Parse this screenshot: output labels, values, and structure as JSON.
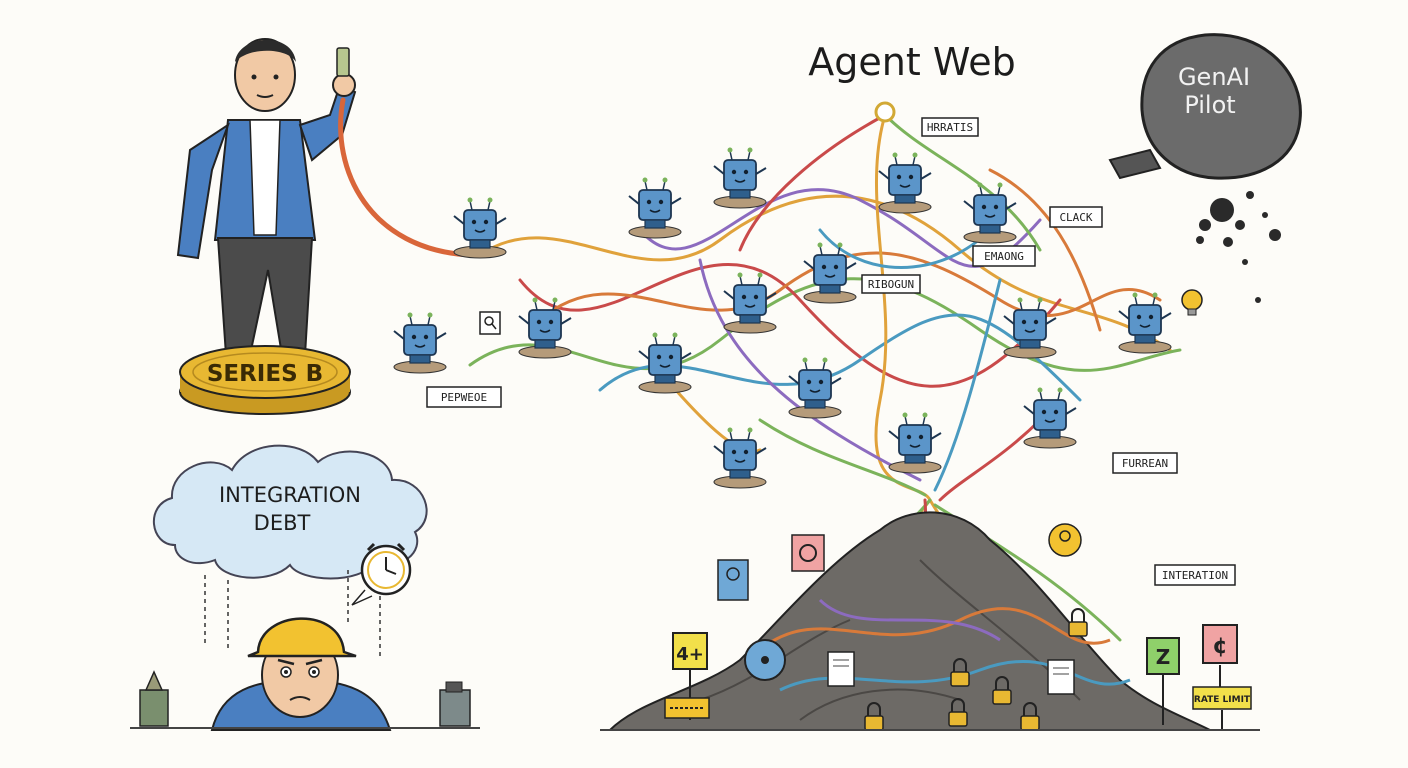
{
  "title": "Agent Web",
  "bubble": {
    "line1": "GenAI",
    "line2": "Pilot"
  },
  "coin": {
    "label": "SERIES B"
  },
  "cloud": {
    "line1": "INTEGRATION",
    "line2": "DEBT"
  },
  "tags": {
    "hrratis": "HRRATIS",
    "clack": "CLACK",
    "emaong": "EMAONG",
    "ribogun": "RIBOGUN",
    "pepweoe": "PEPWEOE",
    "furean": "FURREAN",
    "interation": "INTERATION",
    "rate_limit": "RATE LIMIT"
  },
  "pile_signs": {
    "four_plus": "4+",
    "z_sign": "Z",
    "cent_sign": "¢"
  },
  "colors": {
    "robot": "#5b95c9",
    "robot_dark": "#2f5f8c",
    "blazer": "#4a7fc1",
    "coin": "#e8b832",
    "cloud": "#d6e8f5",
    "hardhat": "#f2c230",
    "pile": "#6d6a66",
    "bubble": "#6b6b6b"
  },
  "icons": [
    "ethernet-cable-icon",
    "wrench-icon",
    "search-icon",
    "alarm-clock-icon",
    "padlock-icon",
    "document-icon",
    "lightbulb-icon"
  ]
}
